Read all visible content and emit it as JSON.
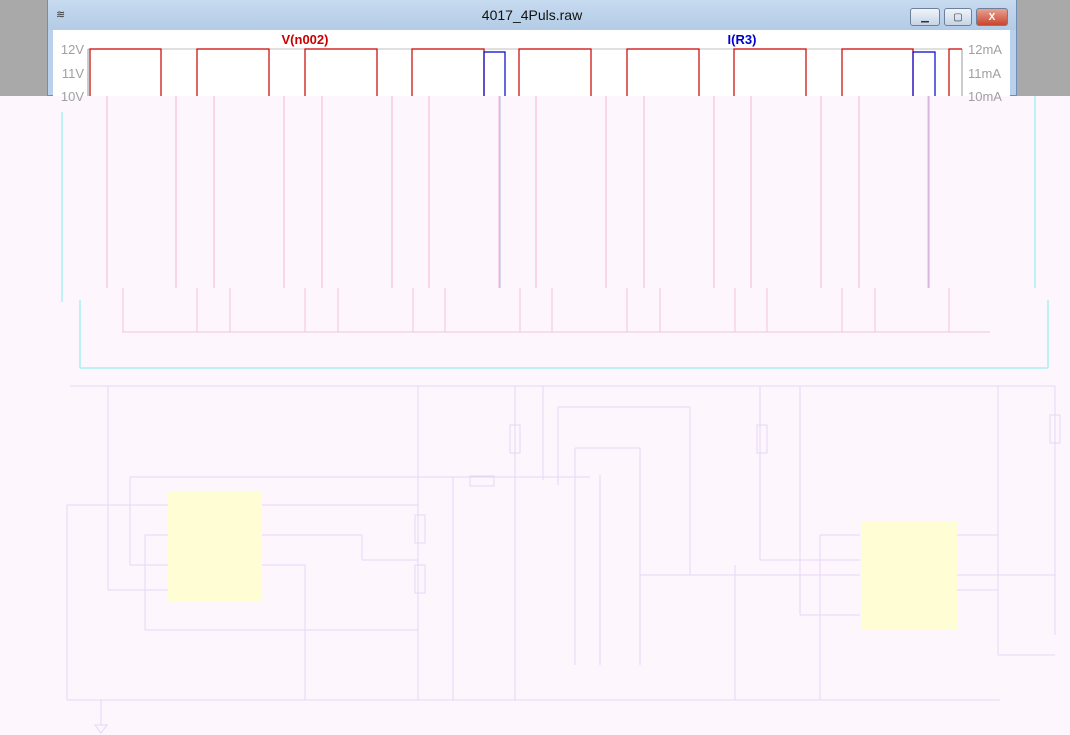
{
  "window": {
    "title": "4017_4Puls.raw",
    "buttons": {
      "minimize": "▁",
      "maximize": "▢",
      "close": "X"
    }
  },
  "plot": {
    "traces": [
      {
        "name": "V(n002)",
        "color": "#cc0000"
      },
      {
        "name": "I(R3)",
        "color": "#0000cc"
      }
    ],
    "left_axis": [
      "12V",
      "11V",
      "10V"
    ],
    "right_axis": [
      "12mA",
      "11mA",
      "10mA"
    ]
  },
  "colors": {
    "schematic_wire": "#e6d6f6",
    "component_fill": "#ffffc8",
    "border": "#a8f0f4"
  }
}
